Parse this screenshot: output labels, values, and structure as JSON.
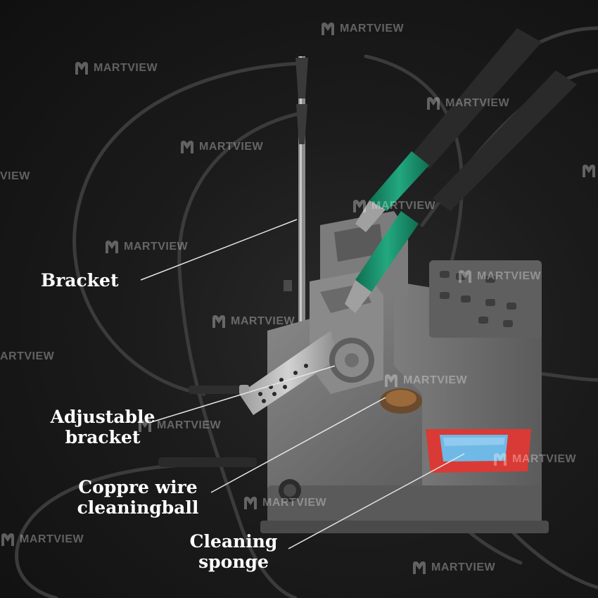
{
  "labels": {
    "bracket": "Bracket",
    "adjustable_line1": "Adjustable",
    "adjustable_line2": "bracket",
    "copper_line1": "Coppre wire",
    "copper_line2": "cleaningball",
    "sponge_line1": "Cleaning",
    "sponge_line2": "sponge"
  },
  "watermark": {
    "brand": "MARTVIEW",
    "partial_left": "VIEW",
    "partial_left2": "ARTVIEW"
  },
  "colors": {
    "background": "#141414",
    "station_body": "#6f6f6f",
    "handle_green": "#1d9a73",
    "sponge_tray": "#d93a35",
    "sponge": "#6fb9e6",
    "cable": "#3a3a3a",
    "label_text": "#ffffff",
    "watermark_text": "rgba(255,255,255,0.32)"
  }
}
